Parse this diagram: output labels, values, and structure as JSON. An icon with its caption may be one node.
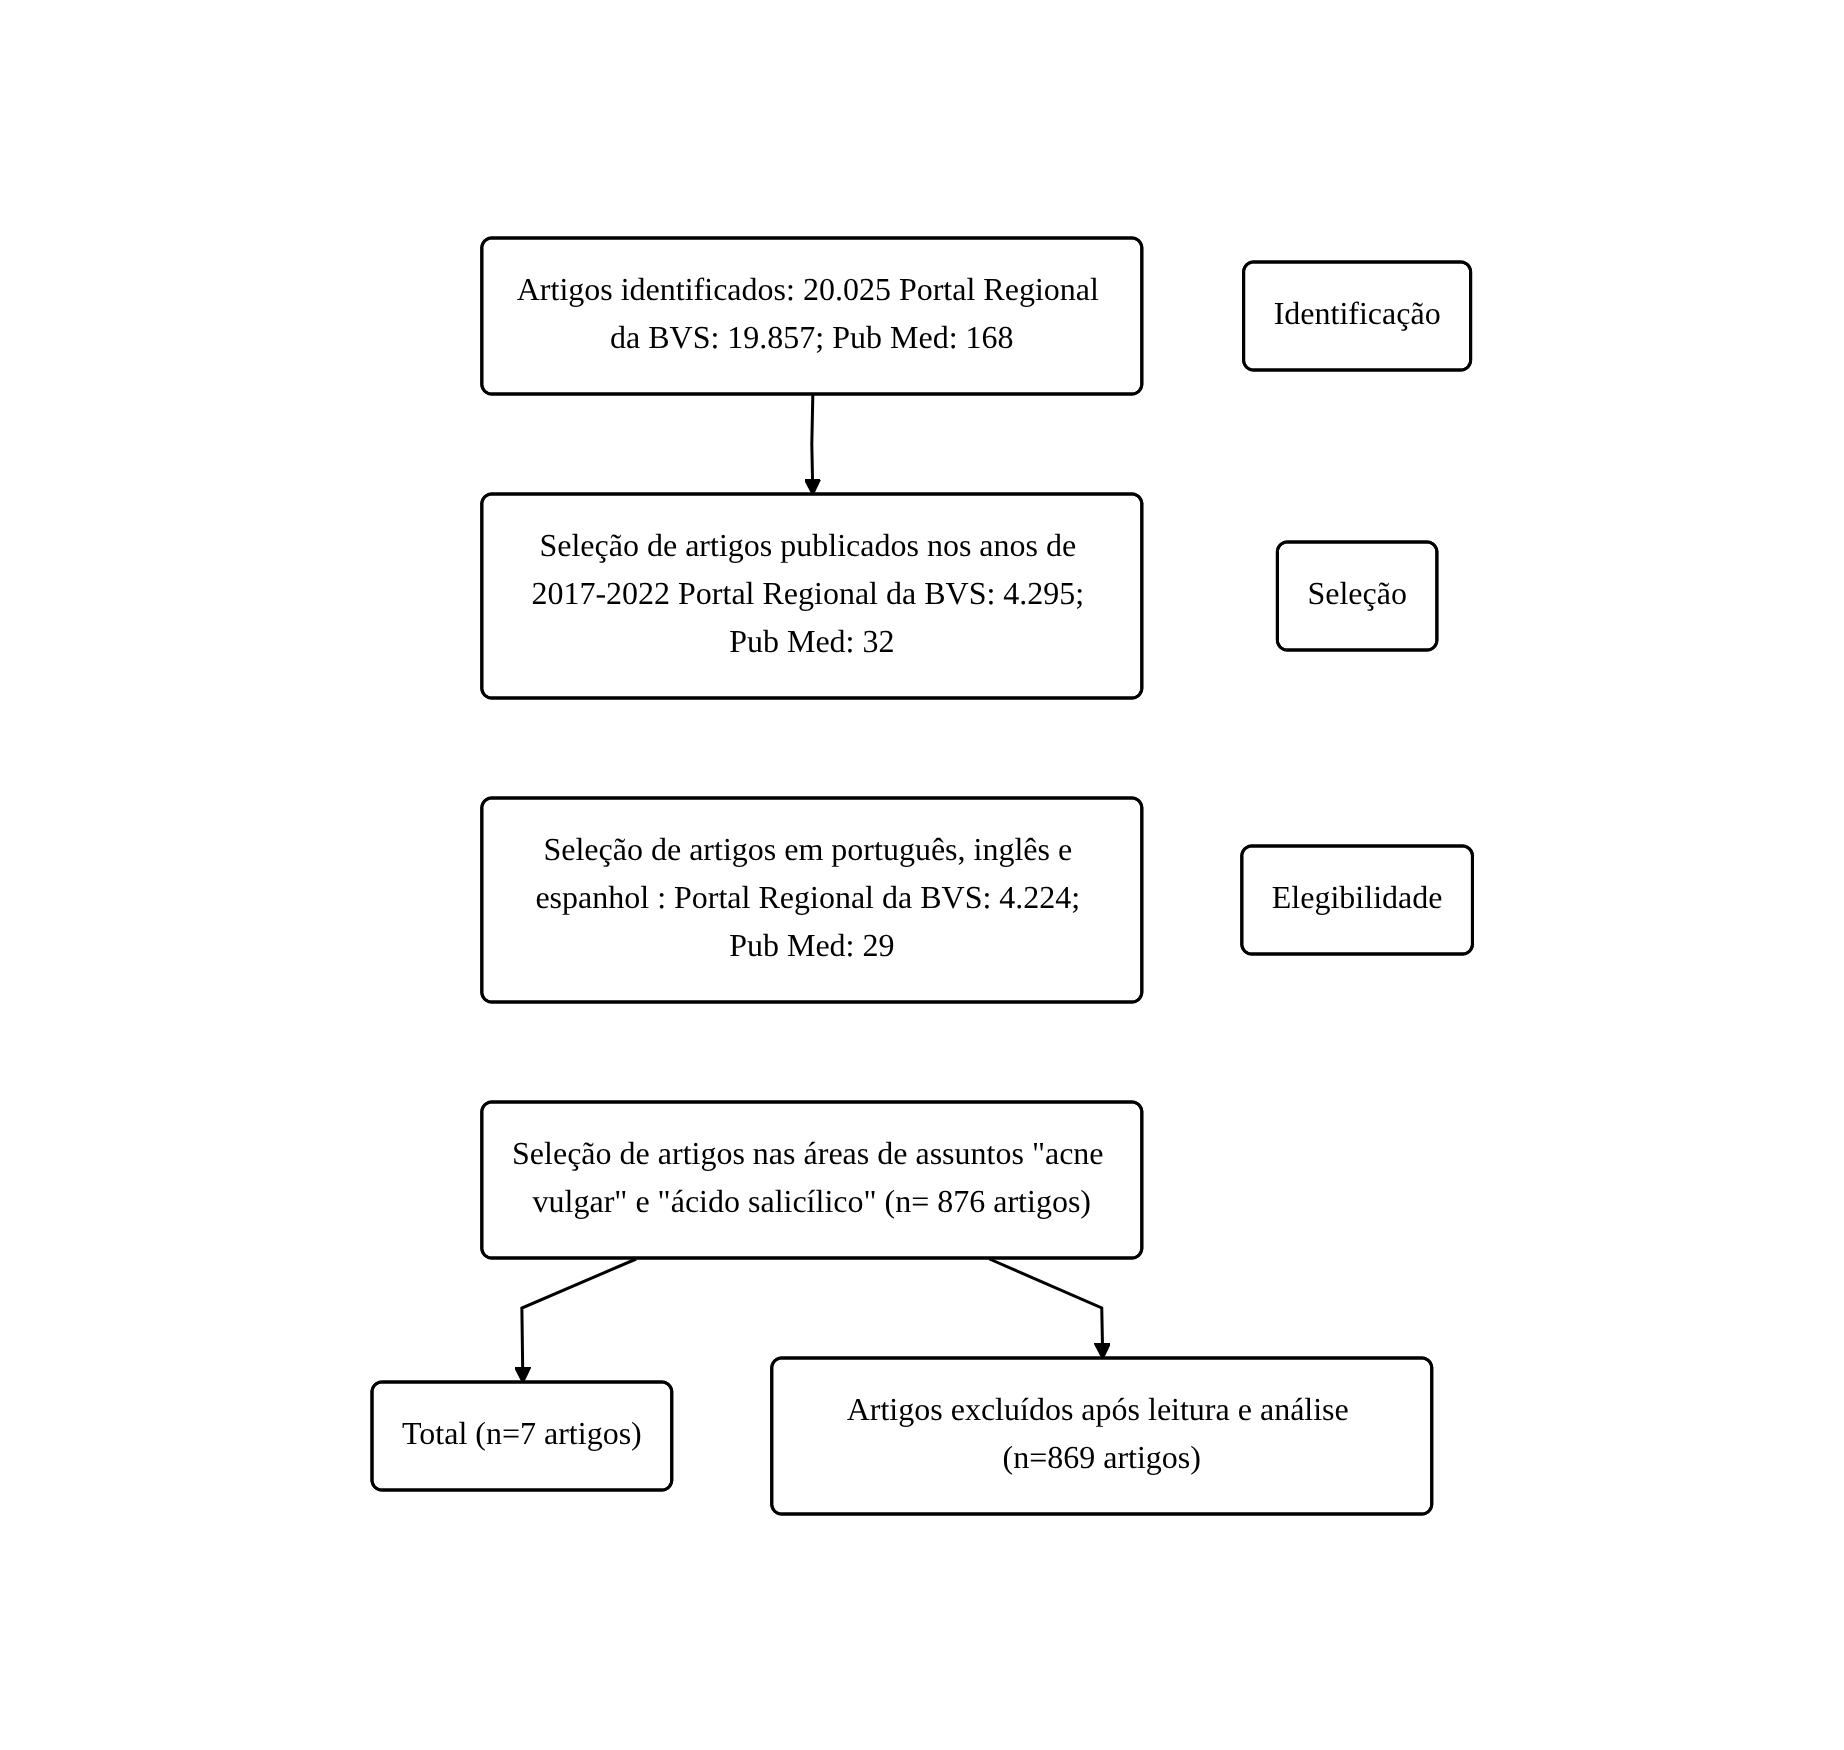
{
  "diagram": {
    "nodes": [
      {
        "text": [
          "Identificação"
        ]
      },
      {
        "text": [
          "Artigos identificados: 20.025 Portal Regional da BVS: 19.857; Pub Med: 168"
        ]
      },
      {
        "text": [
          "Seleção"
        ]
      },
      {
        "text": [
          "Seleção de artigos publicados nos anos de 2017-2022 Portal Regional da BVS: 4.295; Pub Med: 32"
        ]
      },
      {
        "text": [
          "Seleção de artigos em português, inglês e espanhol : Portal Regional da BVS: 4.224; Pub Med: 29"
        ]
      },
      {
        "text": [
          "Seleção de artigos nas áreas de assuntos \"acne vulgar\" e \"ácido salicílico\" (n= 876 artigos)"
        ]
      },
      {
        "text": [
          "Elegibilidade"
        ]
      },
      {
        "text": [
          "Artigos excluídos após leitura e análise (n=869 artigos)"
        ]
      },
      {
        "text": [
          "Total (n=7 artigos)"
        ]
      }
    ],
    "edges": [
      {
        "from": 1,
        "to": 3,
        "arrow": "to"
      },
      {
        "from": 5,
        "to": 8,
        "arrow": "to"
      },
      {
        "from": 5,
        "to": 7,
        "arrow": "to"
      }
    ]
  }
}
